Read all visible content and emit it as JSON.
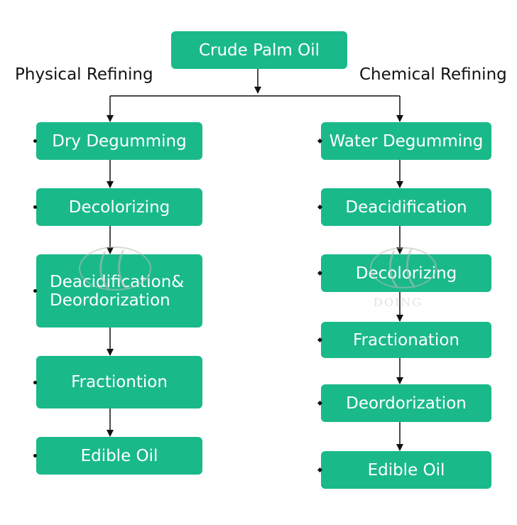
{
  "root": {
    "label": "Crude Palm Oil"
  },
  "physical": {
    "title": "Physical Refining",
    "steps": [
      "Dry Degumming",
      "Decolorizing",
      "Deacidification&",
      "Deordorization",
      "Fractiontion",
      "Edible Oil"
    ]
  },
  "chemical": {
    "title": "Chemical Refining",
    "steps": [
      "Water Degumming",
      "Deacidification",
      "Decolorizing",
      "Fractionation",
      "Deordorization",
      "Edible Oil"
    ]
  },
  "watermark": {
    "text": "DOING"
  },
  "colors": {
    "box": "#1ab98a",
    "line": "#111111",
    "text_on_box": "#ffffff"
  }
}
